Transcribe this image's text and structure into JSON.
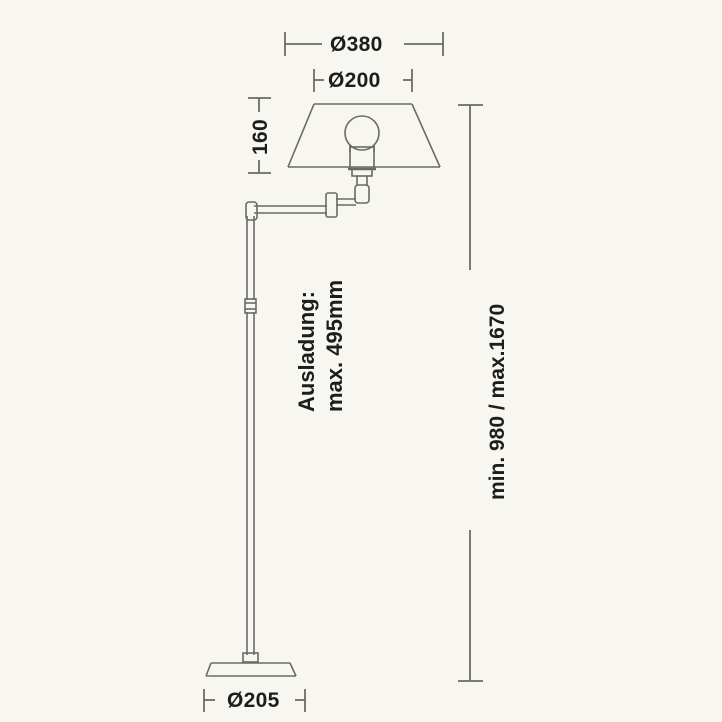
{
  "drawing": {
    "title": "Floor lamp technical dimension drawing",
    "subject": "swing-arm floor lamp",
    "units": "mm",
    "background_color": "#f8f6f0",
    "line_color": "#6b6b66",
    "text_color": "#1d1d1b",
    "view": "front elevation"
  },
  "dimensions": {
    "shade_top_diameter": {
      "name": "shade-top-diameter",
      "label": "Ø200",
      "value": 200,
      "symbol": "Ø",
      "orientation": "horizontal"
    },
    "shade_bottom_diameter": {
      "name": "shade-bottom-diameter",
      "label": "Ø380",
      "value": 380,
      "symbol": "Ø",
      "orientation": "horizontal"
    },
    "shade_height": {
      "name": "shade-height",
      "label": "160",
      "value": 160,
      "orientation": "vertical"
    },
    "total_height": {
      "name": "total-height-range",
      "label": "min. 980 / max.1670",
      "min": 980,
      "max": 1670,
      "orientation": "vertical"
    },
    "base_diameter": {
      "name": "base-diameter",
      "label": "Ø205",
      "value": 205,
      "symbol": "Ø",
      "orientation": "horizontal"
    },
    "reach": {
      "name": "arm-reach",
      "label_line_1": "Ausladung:",
      "label_line_2": "max. 495mm",
      "value": 495,
      "orientation": "vertical-text"
    }
  },
  "parts": [
    {
      "name": "lamp-shade",
      "shape": "trapezoid"
    },
    {
      "name": "light-bulb",
      "shape": "circle-with-neck"
    },
    {
      "name": "lamp-socket",
      "shape": "rectangle"
    },
    {
      "name": "swivel-joint-upper",
      "shape": "cylinder"
    },
    {
      "name": "swivel-joint-elbow",
      "shape": "block"
    },
    {
      "name": "horizontal-arm",
      "shape": "double-line"
    },
    {
      "name": "swivel-joint-pole",
      "shape": "block"
    },
    {
      "name": "vertical-pole",
      "shape": "double-line"
    },
    {
      "name": "telescope-collar",
      "shape": "sleeve"
    },
    {
      "name": "base-plate",
      "shape": "flat-trapezoid"
    }
  ]
}
